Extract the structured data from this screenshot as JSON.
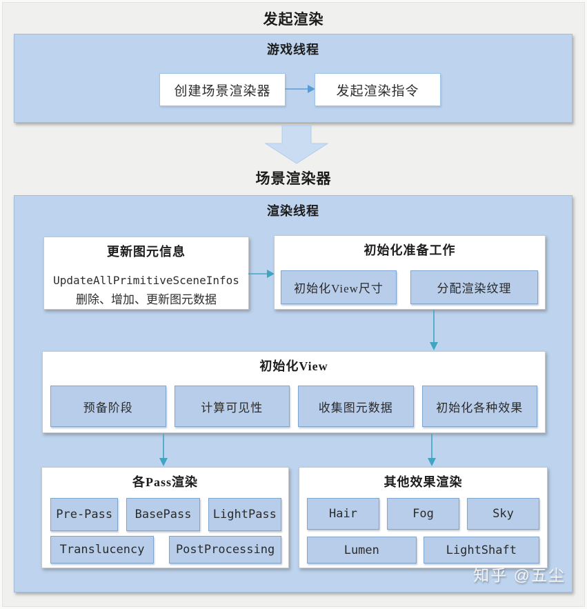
{
  "diagram": {
    "top_title": "发起渲染",
    "mid_title": "场景渲染器",
    "watermark": "知乎 @五尘",
    "game_thread": {
      "label": "游戏线程",
      "node1": "创建场景渲染器",
      "node2": "发起渲染指令"
    },
    "render_thread": {
      "label": "渲染线程",
      "update_primitives": {
        "title": "更新图元信息",
        "line1": "UpdateAllPrimitiveSceneInfos",
        "line2": "删除、增加、更新图元数据"
      },
      "init_prep": {
        "title": "初始化准备工作",
        "items": [
          "初始化View尺寸",
          "分配渲染纹理"
        ]
      },
      "init_view": {
        "title": "初始化View",
        "items": [
          "预备阶段",
          "计算可见性",
          "收集图元数据",
          "初始化各种效果"
        ]
      },
      "pass_render": {
        "title": "各Pass渲染",
        "row1": [
          "Pre-Pass",
          "BasePass",
          "LightPass"
        ],
        "row2": [
          "Translucency",
          "PostProcessing"
        ]
      },
      "other_effects": {
        "title": "其他效果渲染",
        "row1": [
          "Hair",
          "Fog",
          "Sky"
        ],
        "row2": [
          "Lumen",
          "LightShaft"
        ]
      }
    },
    "icons": {
      "flow_right": "arrow-right-icon",
      "flow_down": "arrow-down-icon",
      "block_down": "block-arrow-down-icon"
    },
    "colors": {
      "background": "#f0f0ee",
      "container_blue": "#bdd3ee",
      "sub_box_blue": "#b7cde9",
      "sub_box_border": "#7ea5cd",
      "arrow_blue": "#5b9bd5",
      "arrow_teal": "#3fa5c0",
      "block_arrow_fill": "#cadcf2"
    }
  }
}
